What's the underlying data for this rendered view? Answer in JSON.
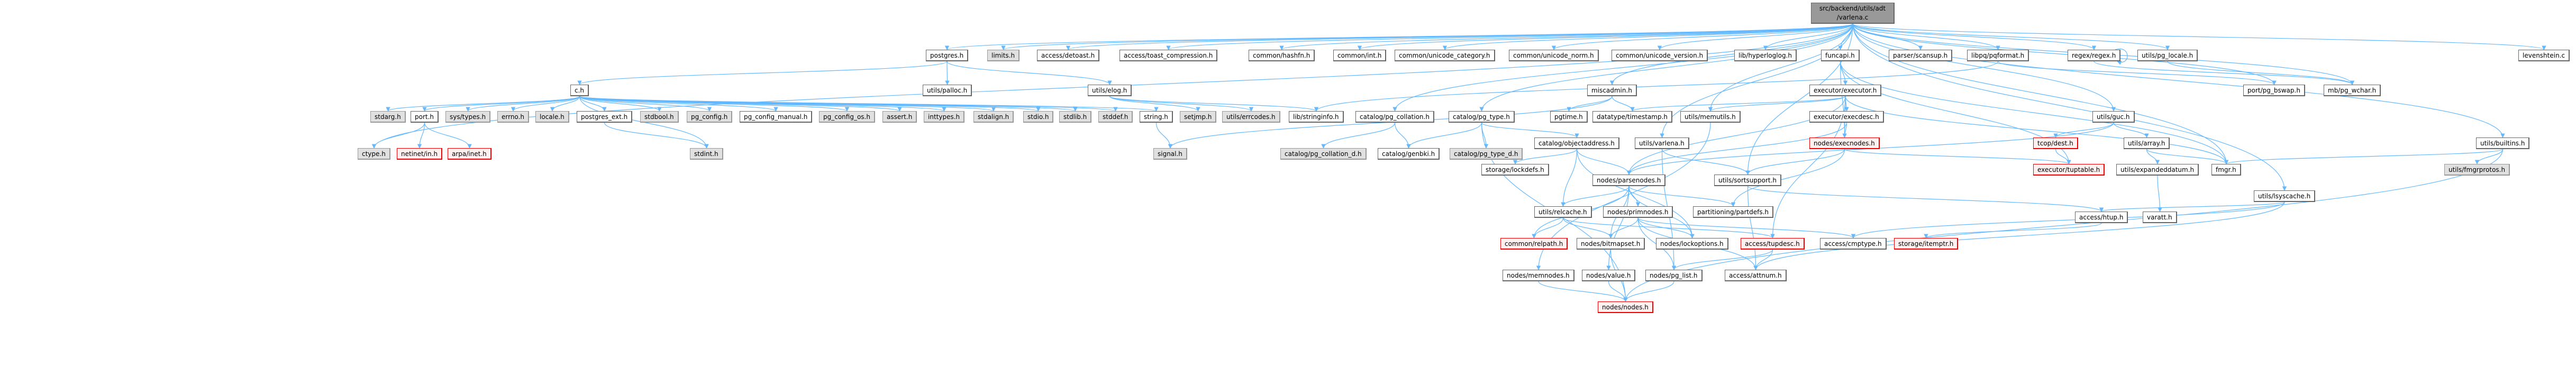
{
  "graph": {
    "root": "src/backend/utils/adt/varlena.c",
    "edge_color": "#63b8ff",
    "nodes": [
      {
        "id": "root",
        "label": "src/backend/utils/adt\n/varlena.c",
        "kind": "root"
      },
      {
        "id": "postgres",
        "label": "postgres.h",
        "kind": "normal"
      },
      {
        "id": "limits",
        "label": "limits.h",
        "kind": "sys"
      },
      {
        "id": "detoast",
        "label": "access/detoast.h",
        "kind": "normal"
      },
      {
        "id": "toastcomp",
        "label": "access/toast_compression.h",
        "kind": "normal"
      },
      {
        "id": "hashfn",
        "label": "common/hashfn.h",
        "kind": "normal"
      },
      {
        "id": "int",
        "label": "common/int.h",
        "kind": "normal"
      },
      {
        "id": "ucat",
        "label": "common/unicode_category.h",
        "kind": "normal"
      },
      {
        "id": "unorm",
        "label": "common/unicode_norm.h",
        "kind": "normal"
      },
      {
        "id": "uver",
        "label": "common/unicode_version.h",
        "kind": "normal"
      },
      {
        "id": "hll",
        "label": "lib/hyperloglog.h",
        "kind": "normal"
      },
      {
        "id": "funcapi",
        "label": "funcapi.h",
        "kind": "normal"
      },
      {
        "id": "scansup",
        "label": "parser/scansup.h",
        "kind": "normal"
      },
      {
        "id": "pqformat",
        "label": "libpq/pqformat.h",
        "kind": "normal"
      },
      {
        "id": "regex",
        "label": "regex/regex.h",
        "kind": "normal"
      },
      {
        "id": "pglocale",
        "label": "utils/pg_locale.h",
        "kind": "normal"
      },
      {
        "id": "leven",
        "label": "levenshtein.c",
        "kind": "normal"
      },
      {
        "id": "ch",
        "label": "c.h",
        "kind": "normal"
      },
      {
        "id": "palloc",
        "label": "utils/palloc.h",
        "kind": "normal"
      },
      {
        "id": "elog",
        "label": "utils/elog.h",
        "kind": "normal"
      },
      {
        "id": "stdarg",
        "label": "stdarg.h",
        "kind": "sys"
      },
      {
        "id": "port",
        "label": "port.h",
        "kind": "normal"
      },
      {
        "id": "systypes",
        "label": "sys/types.h",
        "kind": "sys"
      },
      {
        "id": "errno",
        "label": "errno.h",
        "kind": "sys"
      },
      {
        "id": "locale",
        "label": "locale.h",
        "kind": "sys"
      },
      {
        "id": "pgext",
        "label": "postgres_ext.h",
        "kind": "normal"
      },
      {
        "id": "stdbool",
        "label": "stdbool.h",
        "kind": "sys"
      },
      {
        "id": "pgconfig",
        "label": "pg_config.h",
        "kind": "sys"
      },
      {
        "id": "pgcfgman",
        "label": "pg_config_manual.h",
        "kind": "normal"
      },
      {
        "id": "pgcfgos",
        "label": "pg_config_os.h",
        "kind": "sys"
      },
      {
        "id": "assert",
        "label": "assert.h",
        "kind": "sys"
      },
      {
        "id": "inttypes",
        "label": "inttypes.h",
        "kind": "sys"
      },
      {
        "id": "stdalign",
        "label": "stdalign.h",
        "kind": "sys"
      },
      {
        "id": "stdio",
        "label": "stdio.h",
        "kind": "sys"
      },
      {
        "id": "stdlib",
        "label": "stdlib.h",
        "kind": "sys"
      },
      {
        "id": "stddef",
        "label": "stddef.h",
        "kind": "sys"
      },
      {
        "id": "string",
        "label": "string.h",
        "kind": "normal"
      },
      {
        "id": "setjmp",
        "label": "setjmp.h",
        "kind": "sys"
      },
      {
        "id": "errcodes",
        "label": "utils/errcodes.h",
        "kind": "sys"
      },
      {
        "id": "stringinfo",
        "label": "lib/stringinfo.h",
        "kind": "normal"
      },
      {
        "id": "ctype",
        "label": "ctype.h",
        "kind": "sys"
      },
      {
        "id": "netinet",
        "label": "netinet/in.h",
        "kind": "red"
      },
      {
        "id": "arpa",
        "label": "arpa/inet.h",
        "kind": "red"
      },
      {
        "id": "stdint",
        "label": "stdint.h",
        "kind": "sys"
      },
      {
        "id": "signal",
        "label": "signal.h",
        "kind": "sys"
      },
      {
        "id": "pgcoll",
        "label": "catalog/pg_collation.h",
        "kind": "normal"
      },
      {
        "id": "pgtype",
        "label": "catalog/pg_type.h",
        "kind": "normal"
      },
      {
        "id": "pgcolld",
        "label": "catalog/pg_collation_d.h",
        "kind": "sys"
      },
      {
        "id": "genbki",
        "label": "catalog/genbki.h",
        "kind": "normal"
      },
      {
        "id": "pgtyped",
        "label": "catalog/pg_type_d.h",
        "kind": "sys"
      },
      {
        "id": "miscadmin",
        "label": "miscadmin.h",
        "kind": "normal"
      },
      {
        "id": "pgtime",
        "label": "pgtime.h",
        "kind": "normal"
      },
      {
        "id": "timestamp",
        "label": "datatype/timestamp.h",
        "kind": "normal"
      },
      {
        "id": "memutils",
        "label": "utils/memutils.h",
        "kind": "normal"
      },
      {
        "id": "executor",
        "label": "executor/executor.h",
        "kind": "normal"
      },
      {
        "id": "execdesc",
        "label": "executor/execdesc.h",
        "kind": "normal"
      },
      {
        "id": "objaddr",
        "label": "catalog/objectaddress.h",
        "kind": "normal"
      },
      {
        "id": "uvarlena",
        "label": "utils/varlena.h",
        "kind": "normal"
      },
      {
        "id": "execnodes",
        "label": "nodes/execnodes.h",
        "kind": "red"
      },
      {
        "id": "lockdefs",
        "label": "storage/lockdefs.h",
        "kind": "normal"
      },
      {
        "id": "parsenodes",
        "label": "nodes/parsenodes.h",
        "kind": "normal"
      },
      {
        "id": "sortsupport",
        "label": "utils/sortsupport.h",
        "kind": "normal"
      },
      {
        "id": "relcache",
        "label": "utils/relcache.h",
        "kind": "normal"
      },
      {
        "id": "primnodes",
        "label": "nodes/primnodes.h",
        "kind": "normal"
      },
      {
        "id": "partdefs",
        "label": "partitioning/partdefs.h",
        "kind": "normal"
      },
      {
        "id": "relpath",
        "label": "common/relpath.h",
        "kind": "red"
      },
      {
        "id": "bitmapset",
        "label": "nodes/bitmapset.h",
        "kind": "normal"
      },
      {
        "id": "lockoptions",
        "label": "nodes/lockoptions.h",
        "kind": "normal"
      },
      {
        "id": "tupdesc",
        "label": "access/tupdesc.h",
        "kind": "red"
      },
      {
        "id": "cmptype",
        "label": "access/cmptype.h",
        "kind": "normal"
      },
      {
        "id": "itemptr",
        "label": "storage/itemptr.h",
        "kind": "red"
      },
      {
        "id": "memnodes",
        "label": "nodes/memnodes.h",
        "kind": "normal"
      },
      {
        "id": "value",
        "label": "nodes/value.h",
        "kind": "normal"
      },
      {
        "id": "pglist",
        "label": "nodes/pg_list.h",
        "kind": "normal"
      },
      {
        "id": "attnum",
        "label": "access/attnum.h",
        "kind": "normal"
      },
      {
        "id": "nodes",
        "label": "nodes/nodes.h",
        "kind": "red"
      },
      {
        "id": "guc",
        "label": "utils/guc.h",
        "kind": "normal"
      },
      {
        "id": "dest",
        "label": "tcop/dest.h",
        "kind": "red"
      },
      {
        "id": "array",
        "label": "utils/array.h",
        "kind": "normal"
      },
      {
        "id": "tuptable",
        "label": "executor/tuptable.h",
        "kind": "red"
      },
      {
        "id": "expanded",
        "label": "utils/expandeddatum.h",
        "kind": "normal"
      },
      {
        "id": "fmgr",
        "label": "fmgr.h",
        "kind": "normal"
      },
      {
        "id": "lsyscache",
        "label": "utils/lsyscache.h",
        "kind": "normal"
      },
      {
        "id": "htup",
        "label": "access/htup.h",
        "kind": "normal"
      },
      {
        "id": "varatt",
        "label": "varatt.h",
        "kind": "normal"
      },
      {
        "id": "bswap",
        "label": "port/pg_bswap.h",
        "kind": "normal"
      },
      {
        "id": "wchar",
        "label": "mb/pg_wchar.h",
        "kind": "normal"
      },
      {
        "id": "builtins",
        "label": "utils/builtins.h",
        "kind": "normal"
      },
      {
        "id": "fmgrprotos",
        "label": "utils/fmgrprotos.h",
        "kind": "sys"
      }
    ],
    "edges": [
      [
        "root",
        "postgres"
      ],
      [
        "root",
        "limits"
      ],
      [
        "root",
        "detoast"
      ],
      [
        "root",
        "toastcomp"
      ],
      [
        "root",
        "hashfn"
      ],
      [
        "root",
        "int"
      ],
      [
        "root",
        "ucat"
      ],
      [
        "root",
        "unorm"
      ],
      [
        "root",
        "uver"
      ],
      [
        "root",
        "hll"
      ],
      [
        "root",
        "funcapi"
      ],
      [
        "root",
        "scansup"
      ],
      [
        "root",
        "pqformat"
      ],
      [
        "root",
        "regex"
      ],
      [
        "root",
        "pglocale"
      ],
      [
        "root",
        "leven"
      ],
      [
        "root",
        "ctype"
      ],
      [
        "root",
        "pgcoll"
      ],
      [
        "root",
        "pgtype"
      ],
      [
        "root",
        "miscadmin"
      ],
      [
        "root",
        "memutils"
      ],
      [
        "root",
        "uvarlena"
      ],
      [
        "root",
        "sortsupport"
      ],
      [
        "root",
        "guc"
      ],
      [
        "root",
        "fmgr"
      ],
      [
        "root",
        "lsyscache"
      ],
      [
        "root",
        "builtins"
      ],
      [
        "root",
        "wchar"
      ],
      [
        "root",
        "bswap"
      ],
      [
        "postgres",
        "ch"
      ],
      [
        "postgres",
        "palloc"
      ],
      [
        "postgres",
        "elog"
      ],
      [
        "ch",
        "stdarg"
      ],
      [
        "ch",
        "port"
      ],
      [
        "ch",
        "systypes"
      ],
      [
        "ch",
        "errno"
      ],
      [
        "ch",
        "locale"
      ],
      [
        "ch",
        "pgext"
      ],
      [
        "ch",
        "stdbool"
      ],
      [
        "ch",
        "pgconfig"
      ],
      [
        "ch",
        "pgcfgman"
      ],
      [
        "ch",
        "pgcfgos"
      ],
      [
        "ch",
        "assert"
      ],
      [
        "ch",
        "inttypes"
      ],
      [
        "ch",
        "stdalign"
      ],
      [
        "ch",
        "stdio"
      ],
      [
        "ch",
        "stdlib"
      ],
      [
        "ch",
        "stddef"
      ],
      [
        "ch",
        "string"
      ],
      [
        "ch",
        "stdint"
      ],
      [
        "port",
        "ctype"
      ],
      [
        "port",
        "netinet"
      ],
      [
        "port",
        "arpa"
      ],
      [
        "pgext",
        "stdint"
      ],
      [
        "elog",
        "setjmp"
      ],
      [
        "elog",
        "errcodes"
      ],
      [
        "elog",
        "stringinfo"
      ],
      [
        "string",
        "signal"
      ],
      [
        "pgcoll",
        "pgcolld"
      ],
      [
        "pgcoll",
        "genbki"
      ],
      [
        "pgtype",
        "genbki"
      ],
      [
        "pgtype",
        "pgtyped"
      ],
      [
        "pgtype",
        "objaddr"
      ],
      [
        "pgtype",
        "nodes"
      ],
      [
        "miscadmin",
        "pgtime"
      ],
      [
        "miscadmin",
        "timestamp"
      ],
      [
        "miscadmin",
        "signal"
      ],
      [
        "funcapi",
        "executor"
      ],
      [
        "funcapi",
        "fmgr"
      ],
      [
        "funcapi",
        "tuptable"
      ],
      [
        "funcapi",
        "execnodes"
      ],
      [
        "executor",
        "timestamp"
      ],
      [
        "executor",
        "memutils"
      ],
      [
        "executor",
        "execdesc"
      ],
      [
        "executor",
        "parsenodes"
      ],
      [
        "executor",
        "execnodes"
      ],
      [
        "executor",
        "fmgr"
      ],
      [
        "executor",
        "tupdesc"
      ],
      [
        "execdesc",
        "execnodes"
      ],
      [
        "execdesc",
        "parsenodes"
      ],
      [
        "memutils",
        "memnodes"
      ],
      [
        "objaddr",
        "lockdefs"
      ],
      [
        "objaddr",
        "parsenodes"
      ],
      [
        "objaddr",
        "relcache"
      ],
      [
        "objaddr",
        "lockoptions"
      ],
      [
        "uvarlena",
        "sortsupport"
      ],
      [
        "uvarlena",
        "pglist"
      ],
      [
        "execnodes",
        "sortsupport"
      ],
      [
        "execnodes",
        "partdefs"
      ],
      [
        "execnodes",
        "tuptable"
      ],
      [
        "parsenodes",
        "relcache"
      ],
      [
        "parsenodes",
        "primnodes"
      ],
      [
        "parsenodes",
        "partdefs"
      ],
      [
        "parsenodes",
        "relpath"
      ],
      [
        "parsenodes",
        "bitmapset"
      ],
      [
        "parsenodes",
        "lockoptions"
      ],
      [
        "parsenodes",
        "value"
      ],
      [
        "sortsupport",
        "attnum"
      ],
      [
        "sortsupport",
        "htup"
      ],
      [
        "relcache",
        "relpath"
      ],
      [
        "relcache",
        "bitmapset"
      ],
      [
        "relcache",
        "tupdesc"
      ],
      [
        "primnodes",
        "bitmapset"
      ],
      [
        "primnodes",
        "lockoptions"
      ],
      [
        "primnodes",
        "pglist"
      ],
      [
        "primnodes",
        "attnum"
      ],
      [
        "primnodes",
        "cmptype"
      ],
      [
        "tupdesc",
        "pglist"
      ],
      [
        "tupdesc",
        "attnum"
      ],
      [
        "memnodes",
        "nodes"
      ],
      [
        "value",
        "nodes"
      ],
      [
        "pglist",
        "nodes"
      ],
      [
        "bitmapset",
        "nodes"
      ],
      [
        "guc",
        "dest"
      ],
      [
        "guc",
        "array"
      ],
      [
        "guc",
        "parsenodes"
      ],
      [
        "dest",
        "tuptable"
      ],
      [
        "array",
        "expanded"
      ],
      [
        "array",
        "fmgr"
      ],
      [
        "expanded",
        "varatt"
      ],
      [
        "lsyscache",
        "htup"
      ],
      [
        "lsyscache",
        "cmptype"
      ],
      [
        "lsyscache",
        "attnum"
      ],
      [
        "htup",
        "itemptr"
      ],
      [
        "pqformat",
        "bswap"
      ],
      [
        "pqformat",
        "stringinfo"
      ],
      [
        "pglocale",
        "wchar"
      ],
      [
        "regex",
        "wchar"
      ],
      [
        "regex",
        "regex"
      ],
      [
        "builtins",
        "fmgr"
      ],
      [
        "builtins",
        "fmgrprotos"
      ],
      [
        "builtins",
        "nodes"
      ]
    ]
  }
}
